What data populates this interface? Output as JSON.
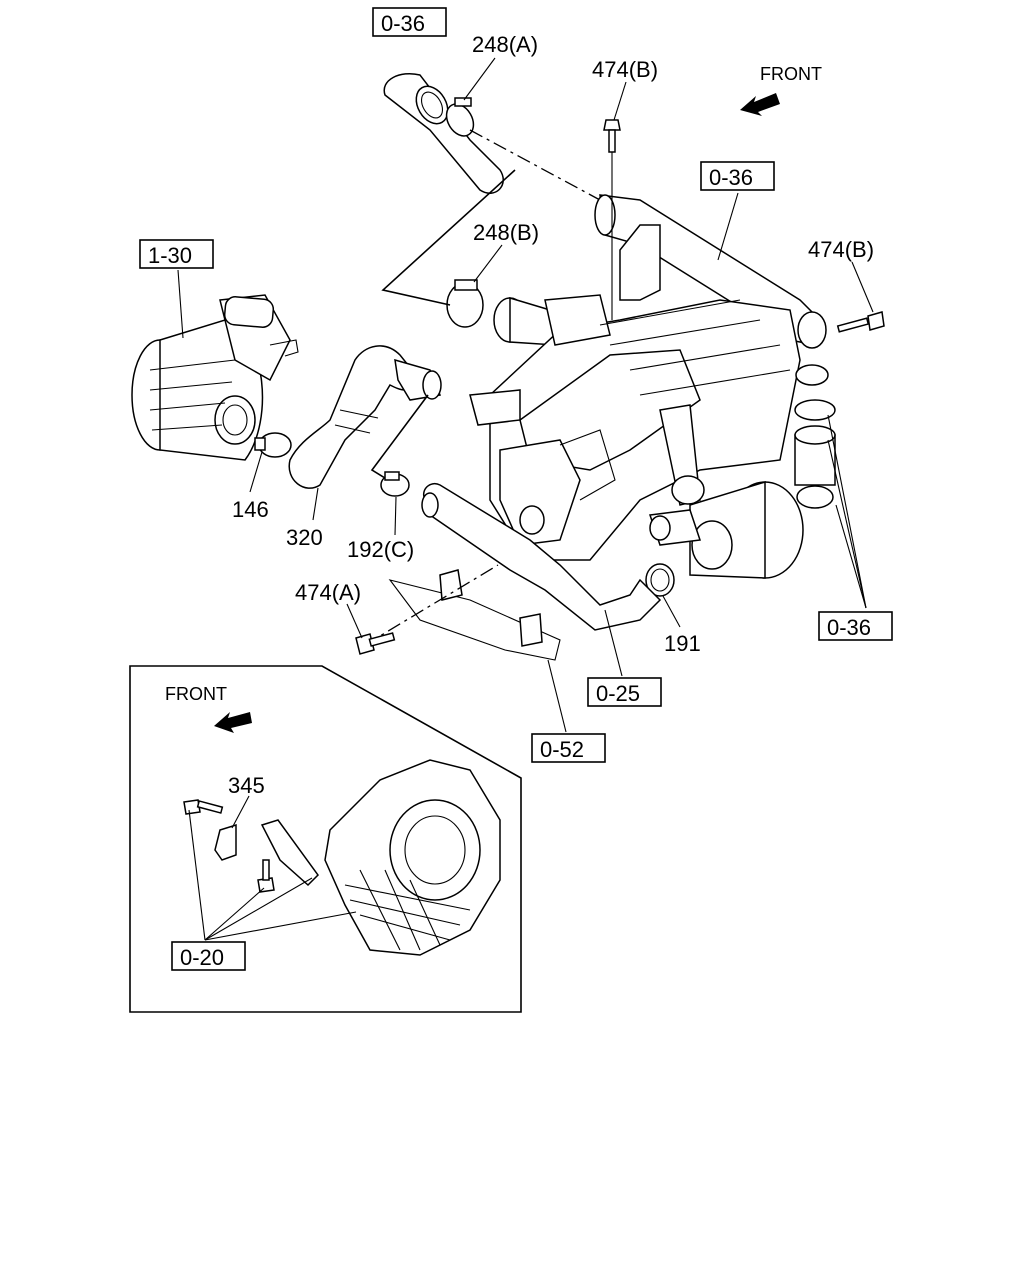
{
  "diagram": {
    "front_label_top": "FRONT",
    "front_label_inset": "FRONT",
    "boxed_refs": {
      "r036_top": "0-36",
      "r036_mid": "0-36",
      "r036_right": "0-36",
      "r130": "1-30",
      "r025": "0-25",
      "r052": "0-52",
      "r020": "0-20"
    },
    "part_labels": {
      "p248a": "248(A)",
      "p248b": "248(B)",
      "p474b_top": "474(B)",
      "p474b_right": "474(B)",
      "p474a": "474(A)",
      "p146": "146",
      "p320": "320",
      "p192c": "192(C)",
      "p191": "191",
      "p345": "345"
    }
  }
}
